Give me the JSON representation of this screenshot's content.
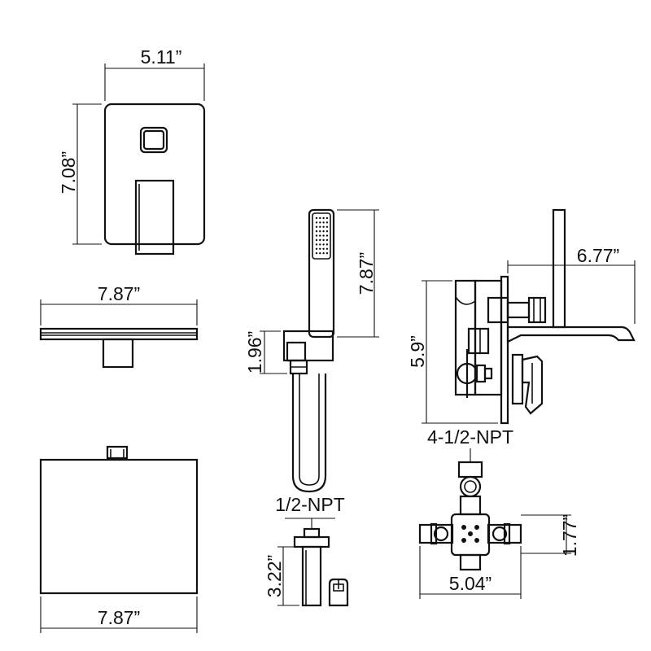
{
  "dimensions": {
    "trim_width": "5.11”",
    "trim_height": "7.08”",
    "shower_head_top_width": "7.87”",
    "shower_head_bottom_width": "7.87”",
    "handshower_length": "7.87”",
    "holder_height": "1.96”",
    "handshower_thread": "1/2-NPT",
    "elbow_height": "3.22”",
    "valve_depth": "6.77”",
    "valve_height": "5.9”",
    "valve_thread": "4-1/2-NPT",
    "valve_body_height": "1.77”",
    "valve_body_width": "5.04”"
  }
}
